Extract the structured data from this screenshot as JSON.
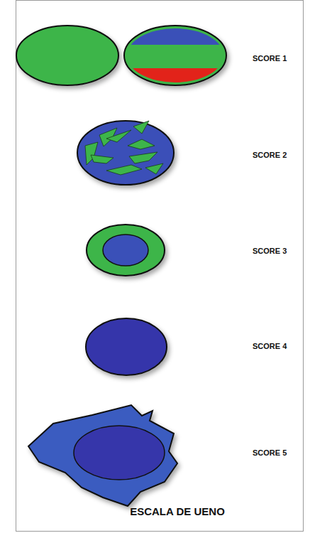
{
  "diagram": {
    "caption": "ESCALA DE UENO",
    "labels": [
      "SCORE 1",
      "SCORE 2",
      "SCORE 3",
      "SCORE 4",
      "SCORE 5"
    ]
  }
}
